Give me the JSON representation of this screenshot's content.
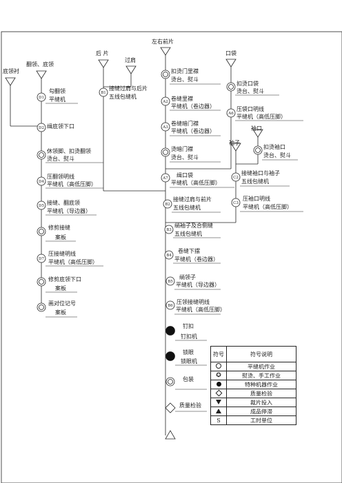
{
  "cuts": {
    "di_chen": "底领衬",
    "fan_ling": "翻领、底领",
    "hou_pian": "后 片",
    "guo_jian": "过肩",
    "zuo_you_qian_pian": "左右前片",
    "kou_dai": "口袋",
    "xiu_zi": "袖子",
    "xiu_kou": "袖口"
  },
  "left_ops": [
    {
      "code": "D1",
      "name": "勾翻领",
      "machine": "平缝机"
    },
    {
      "code": "D2",
      "name": "缉底领下口",
      "machine": ""
    },
    {
      "code": "",
      "name": "休领脚、扣烫翻领",
      "machine": "烫台、熨斗"
    },
    {
      "code": "D4",
      "name": "压翻领明线",
      "machine": "平缝机（高低压脚）"
    },
    {
      "code": "D5",
      "name": "接缝、翻底领",
      "machine": "平缝机（导边器）"
    },
    {
      "code": "",
      "name": "修剪接缝",
      "machine": "案板"
    },
    {
      "code": "D7",
      "name": "压接缝明线",
      "machine": "平缝机（高低压脚）"
    },
    {
      "code": "",
      "name": "修剪底领下口",
      "machine": "案板"
    },
    {
      "code": "",
      "name": "画对位记号",
      "machine": "案板"
    }
  ],
  "b1": {
    "code": "B1",
    "name": "接缝过肩与后片",
    "machine": "五线包缝机"
  },
  "front_ops": [
    {
      "code": "",
      "name": "扣烫门里襟",
      "machine": "烫台、熨斗"
    },
    {
      "code": "A2",
      "name": "卷缝里襟",
      "machine": "平缝机（卷边器）"
    },
    {
      "code": "A3",
      "name": "卷缝暗门襟",
      "machine": "平缝机（卷边器）"
    },
    {
      "code": "",
      "name": "烫暗门襟",
      "machine": "烫台、熨斗"
    },
    {
      "code": "A7",
      "name": "缉口袋",
      "machine": "平缝机（高低压脚）"
    }
  ],
  "pocket_ops": [
    {
      "code": "",
      "name": "扣烫口袋",
      "machine": "烫台、熨斗"
    },
    {
      "code": "A6",
      "name": "压袋口明线",
      "machine": "平缝机（高低压脚）"
    }
  ],
  "cuff_ops": [
    {
      "code": "",
      "name": "扣烫袖口",
      "machine": "烫台、熨斗"
    },
    {
      "code": "C2",
      "name": "接缝袖口与袖子",
      "machine": "五线包缝机"
    },
    {
      "code": "C3",
      "name": "压袖口明线",
      "machine": "平缝机（高低压脚）"
    }
  ],
  "main_ops": [
    {
      "code": "B2",
      "name": "接缝过肩与前片",
      "machine": "五线包缝机"
    },
    {
      "code": "B3",
      "name": "绱袖子及合侧缝",
      "machine": "五线包缝机"
    },
    {
      "code": "B4",
      "name": "卷缝下摆",
      "machine": "平缝机（卷边器）"
    },
    {
      "code": "B5",
      "name": "绱领子",
      "machine": "平缝机（导边器）"
    },
    {
      "code": "B6",
      "name": "压领接缝明线",
      "machine": "平缝机（高低压脚）"
    }
  ],
  "final_ops": [
    {
      "name": "钉扣",
      "machine": "钉扣机"
    },
    {
      "name": "锁眼",
      "machine": "锁眼机"
    },
    {
      "name": "包装",
      "machine": ""
    },
    {
      "name": "质量检验",
      "machine": ""
    }
  ],
  "legend": {
    "header_symbol": "符号",
    "header_desc": "符号说明",
    "rows": [
      {
        "icon": "circle",
        "desc": "平缝机作业"
      },
      {
        "icon": "hex-circle",
        "desc": "熨烫、手工作业"
      },
      {
        "icon": "dot",
        "desc": "特种机器作业"
      },
      {
        "icon": "diamond",
        "desc": "质量检验"
      },
      {
        "icon": "tri-down",
        "desc": "裁片投入"
      },
      {
        "icon": "tri-up",
        "desc": "成品停滞"
      },
      {
        "icon": "S",
        "desc": "工时单位"
      }
    ]
  }
}
